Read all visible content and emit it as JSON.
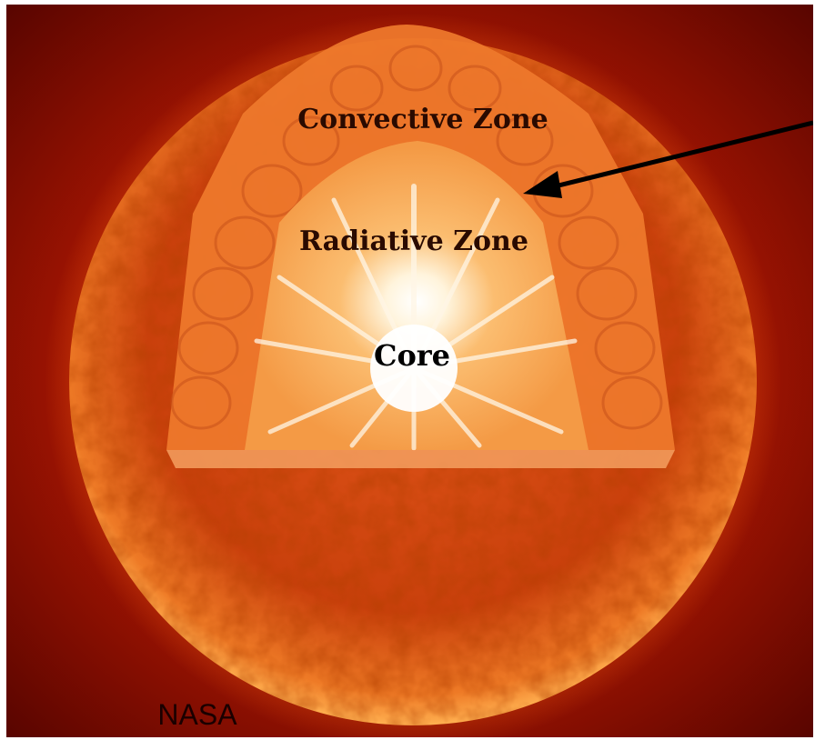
{
  "labels": {
    "convective_zone": "Convective Zone",
    "radiative_zone": "Radiative Zone",
    "core": "Core"
  },
  "credit": "NASA",
  "colors": {
    "background": "#8a0c00",
    "surface": "#d84a10",
    "convective": "#f07a2a",
    "radiative": "#f6a050",
    "core": "#ffffff",
    "arrow": "#000000"
  }
}
